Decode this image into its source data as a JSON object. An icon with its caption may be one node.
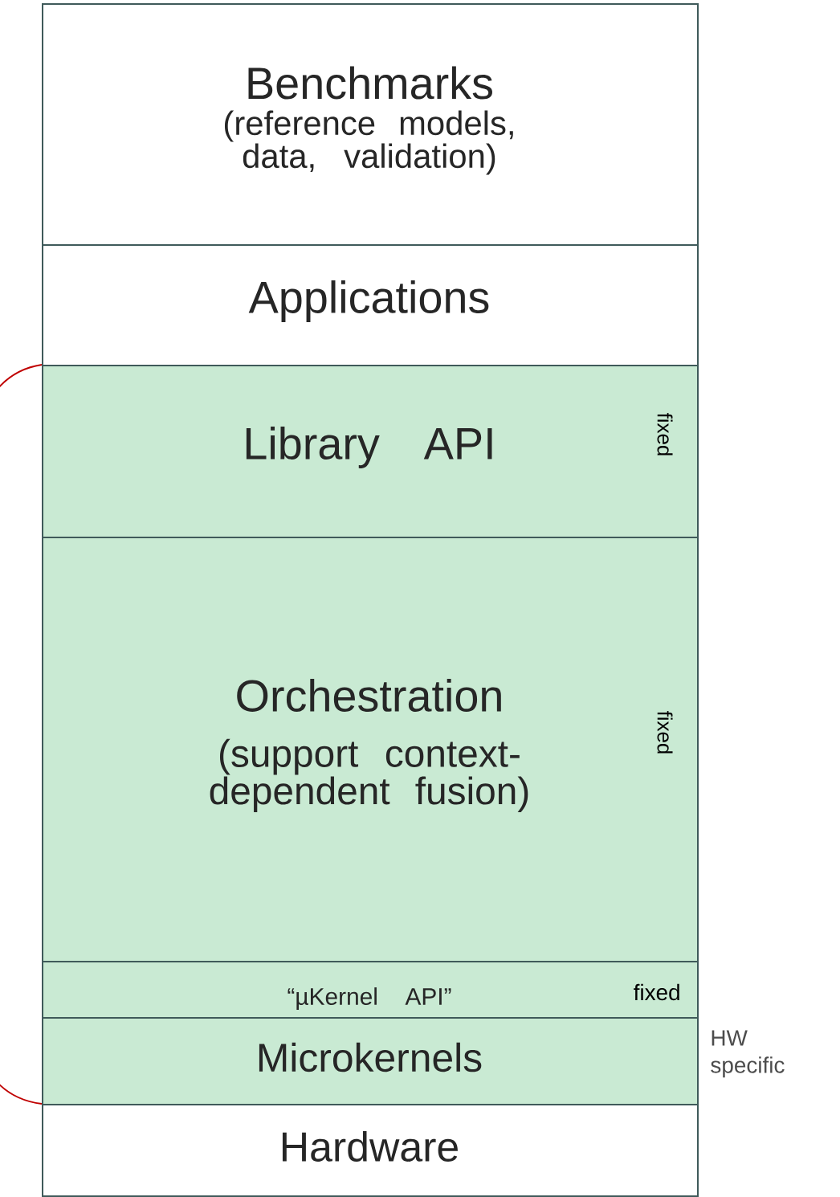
{
  "diagram": {
    "nodes": [
      {
        "text": [
          "Benchmarks",
          "(reference models, data, validation)"
        ]
      },
      {
        "text": [
          "Applications"
        ]
      },
      {
        "text": [
          "Library API",
          "fixed"
        ]
      },
      {
        "text": [
          "Orchestration",
          "(support context-dependent fusion)",
          "fixed"
        ]
      },
      {
        "text": [
          "“µKernel API”",
          "fixed"
        ]
      },
      {
        "text": [
          "Microkernels"
        ],
        "beside": [
          "HW specific"
        ]
      },
      {
        "text": [
          "Hardware"
        ]
      }
    ]
  }
}
